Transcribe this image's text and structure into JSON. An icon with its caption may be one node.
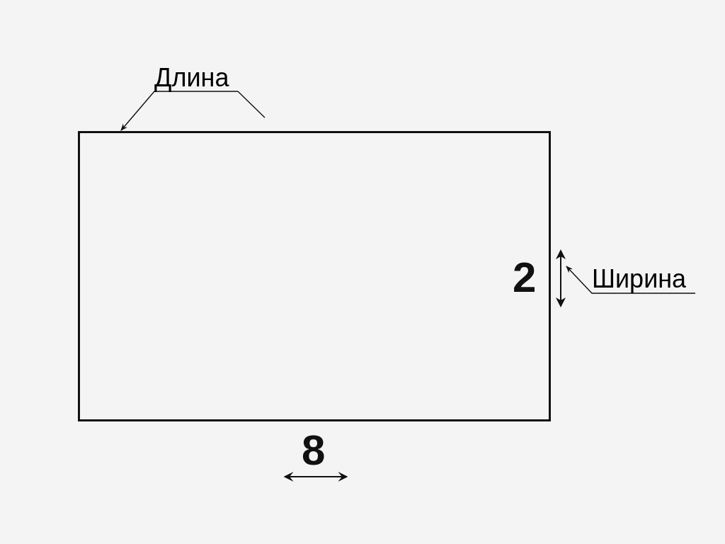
{
  "diagram": {
    "nodes": [
      {
        "text": [
          "2"
        ],
        "beside": [
          "8"
        ]
      },
      {
        "text": [
          "Длина"
        ]
      },
      {
        "text": [
          "Ширина"
        ]
      },
      {
        "text": [],
        "shape": "arrow"
      }
    ],
    "edges": [
      {
        "from": 1,
        "to": 0,
        "arrow": "to"
      },
      {
        "from": 1,
        "to": null,
        "arrow": "none"
      },
      {
        "from": 2,
        "to": 3,
        "arrow": "to"
      }
    ]
  }
}
